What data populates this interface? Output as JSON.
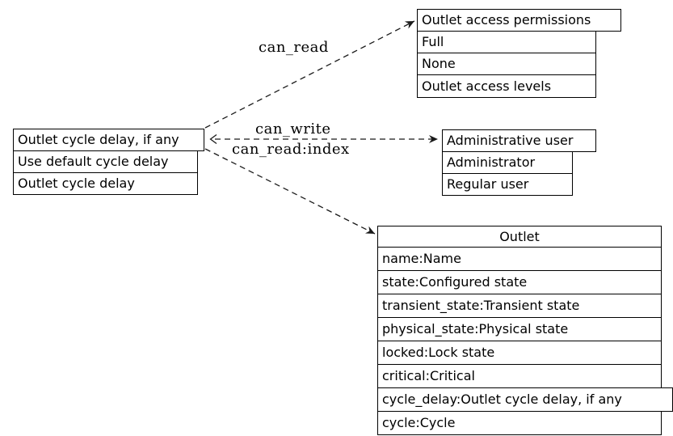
{
  "diagram": {
    "background": "#ffffff",
    "node_border_color": "#000000",
    "edge_color": "#1a1a1a",
    "edge_style": "dashed"
  },
  "nodes": {
    "cycle_delay_type": {
      "title": "Outlet cycle delay, if any",
      "rows": [
        "Use default cycle delay",
        "Outlet cycle delay"
      ]
    },
    "access_permissions": {
      "title": "Outlet access permissions",
      "rows": [
        "Full",
        "None",
        "Outlet access levels"
      ]
    },
    "admin_user": {
      "title": "Administrative user",
      "rows": [
        "Administrator",
        "Regular user"
      ]
    },
    "outlet": {
      "title": "Outlet",
      "rows": [
        "name:Name",
        "state:Configured state",
        "transient_state:Transient state",
        "physical_state:Physical state",
        "locked:Lock state",
        "critical:Critical",
        "cycle_delay:Outlet cycle delay, if any",
        "cycle:Cycle"
      ]
    }
  },
  "edges": {
    "can_read": {
      "label": "can_read",
      "from": "cycle_delay_type",
      "to": "access_permissions"
    },
    "can_write": {
      "label": "can_write",
      "from": "cycle_delay_type",
      "to": "admin_user"
    },
    "can_read_index": {
      "label": "can_read:index",
      "from": "cycle_delay_type",
      "to": "outlet"
    }
  }
}
